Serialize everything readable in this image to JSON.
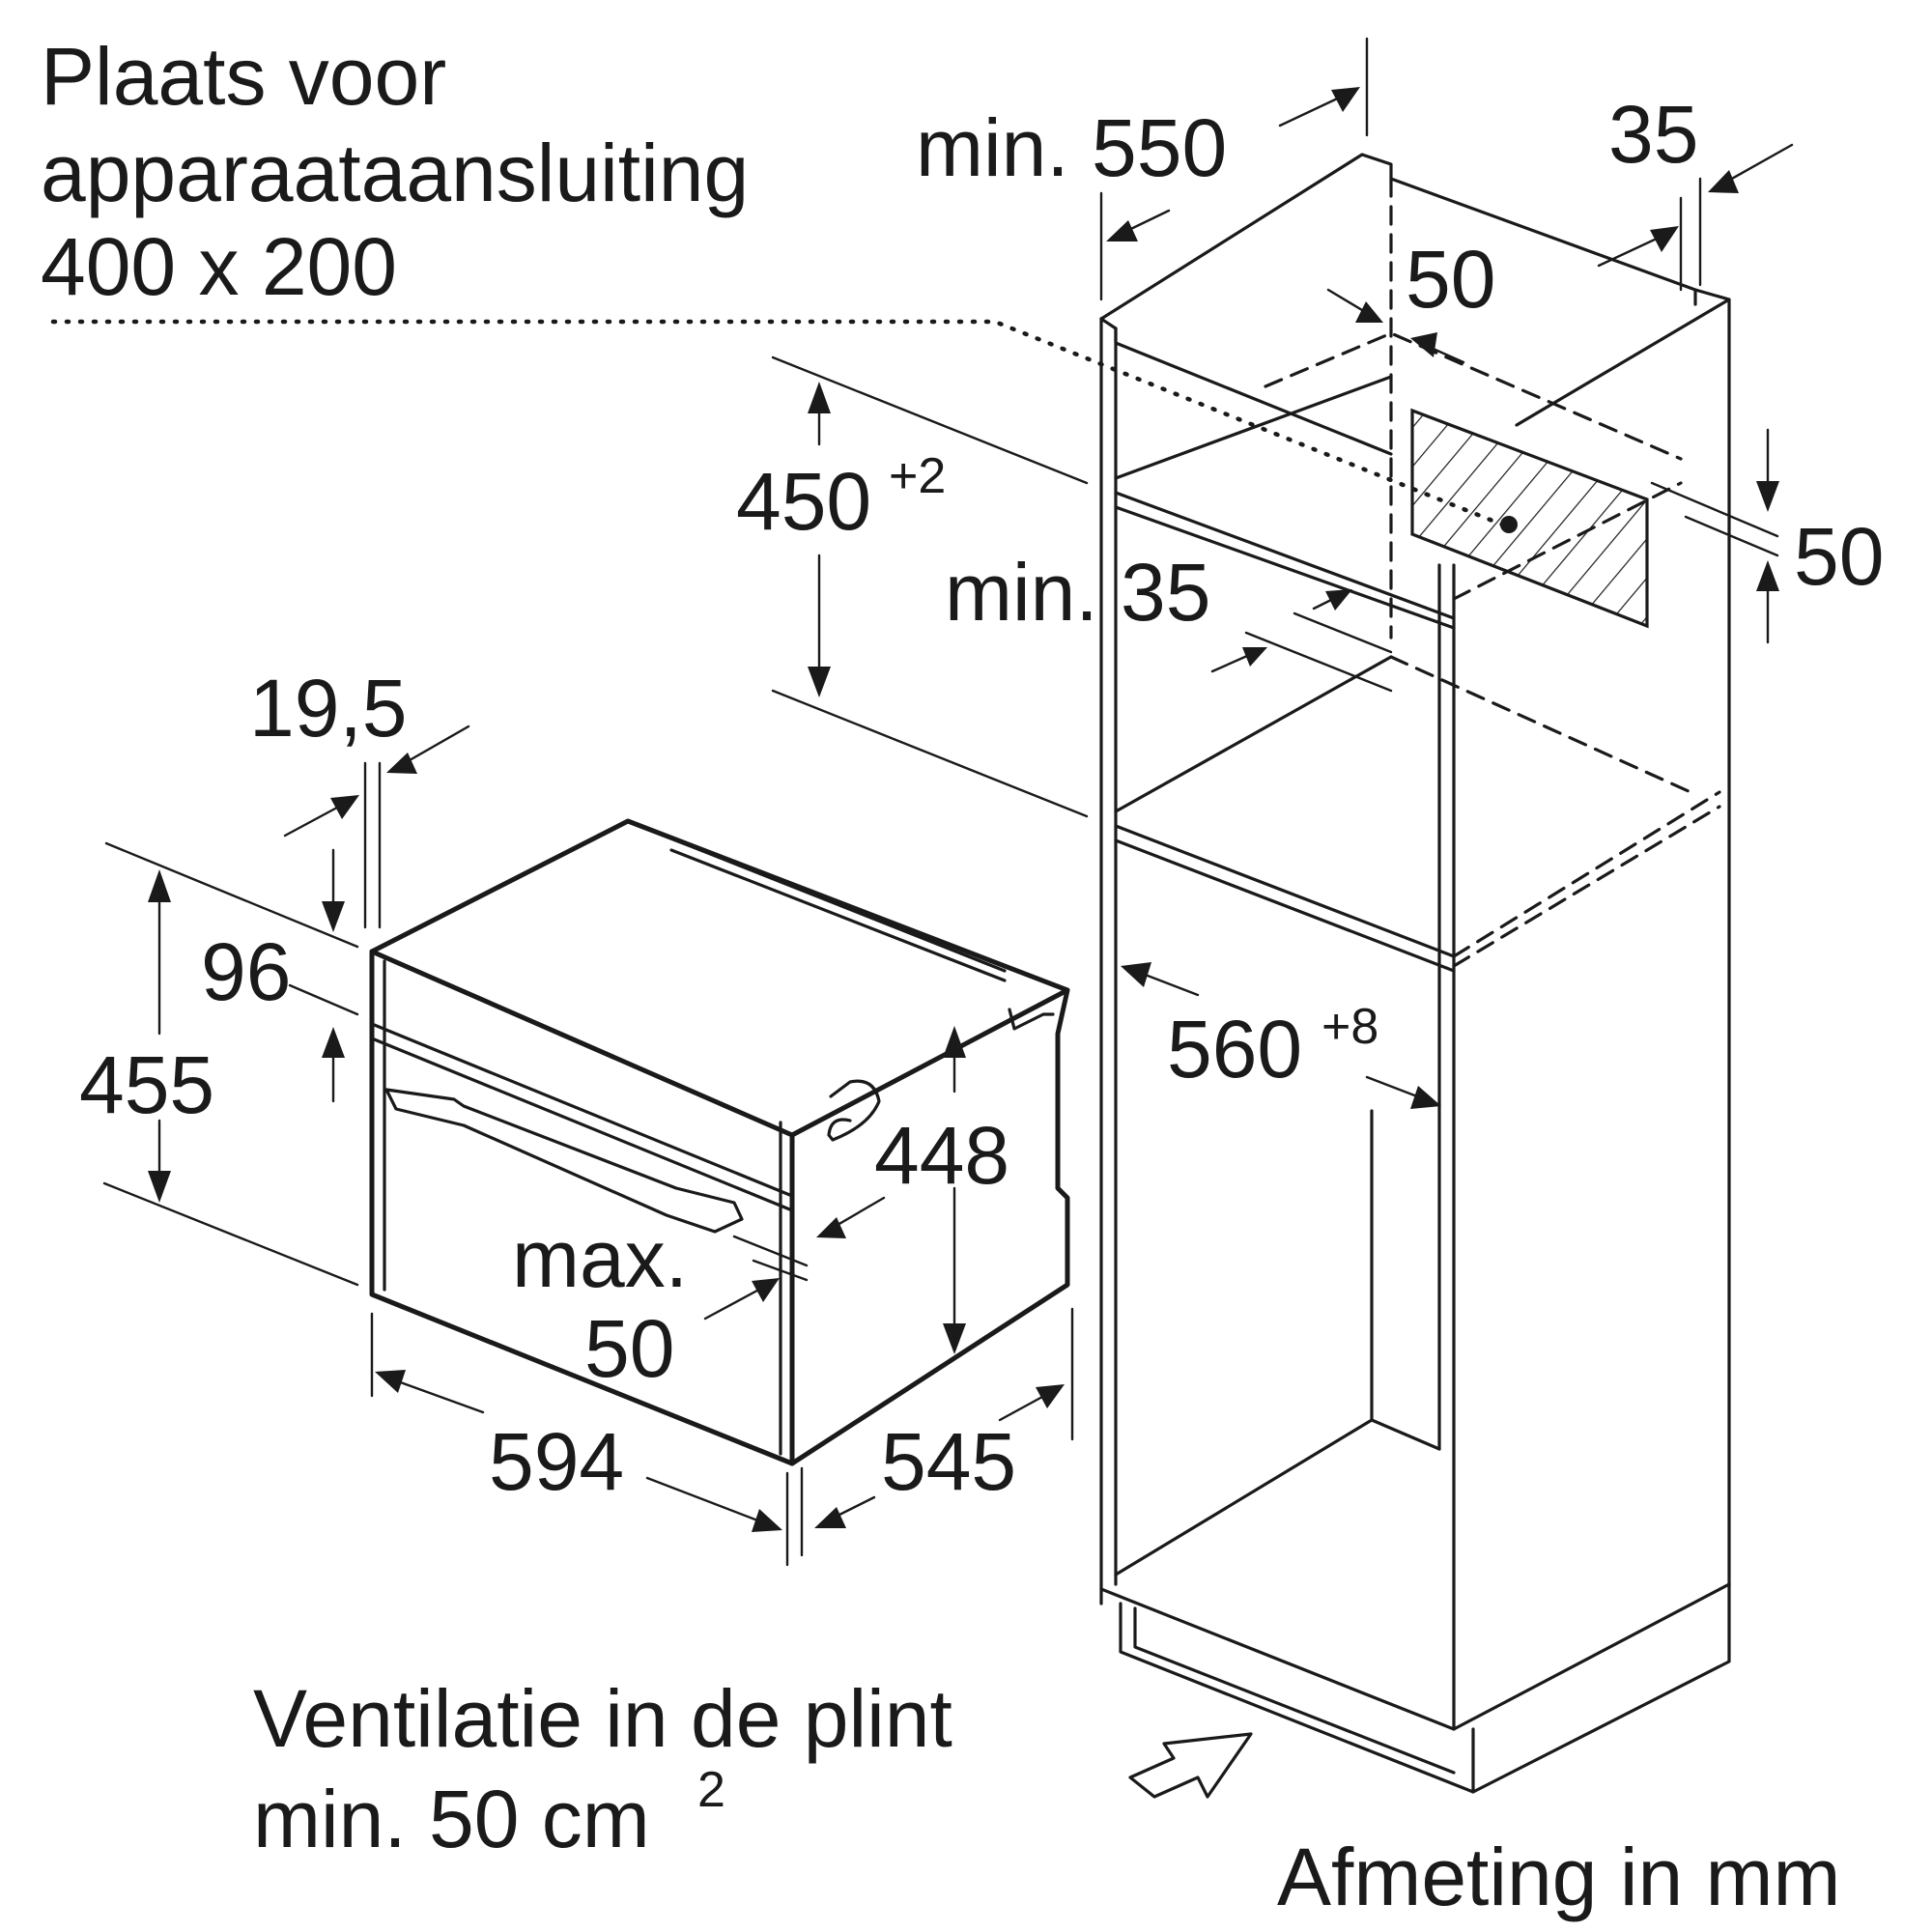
{
  "labels": {
    "connection_line1": "Plaats voor",
    "connection_line2": "apparaataansluiting",
    "connection_line3": "400 x 200",
    "dim_min550": "min. 550",
    "dim_35_top": "35",
    "dim_50_top": "50",
    "dim_450": "450",
    "dim_450_tol": "+2",
    "dim_50_right": "50",
    "dim_min35": "min. 35",
    "dim_19_5": "19,5",
    "dim_96": "96",
    "dim_455": "455",
    "dim_448": "448",
    "dim_max": "max.",
    "dim_max50": "50",
    "dim_594": "594",
    "dim_545": "545",
    "dim_560": "560",
    "dim_560_tol": "+8",
    "vent_line1": "Ventilatie in de plint",
    "vent_line2": "min. 50 cm",
    "vent_unit_exp": "2",
    "units_note": "Afmeting in mm"
  }
}
